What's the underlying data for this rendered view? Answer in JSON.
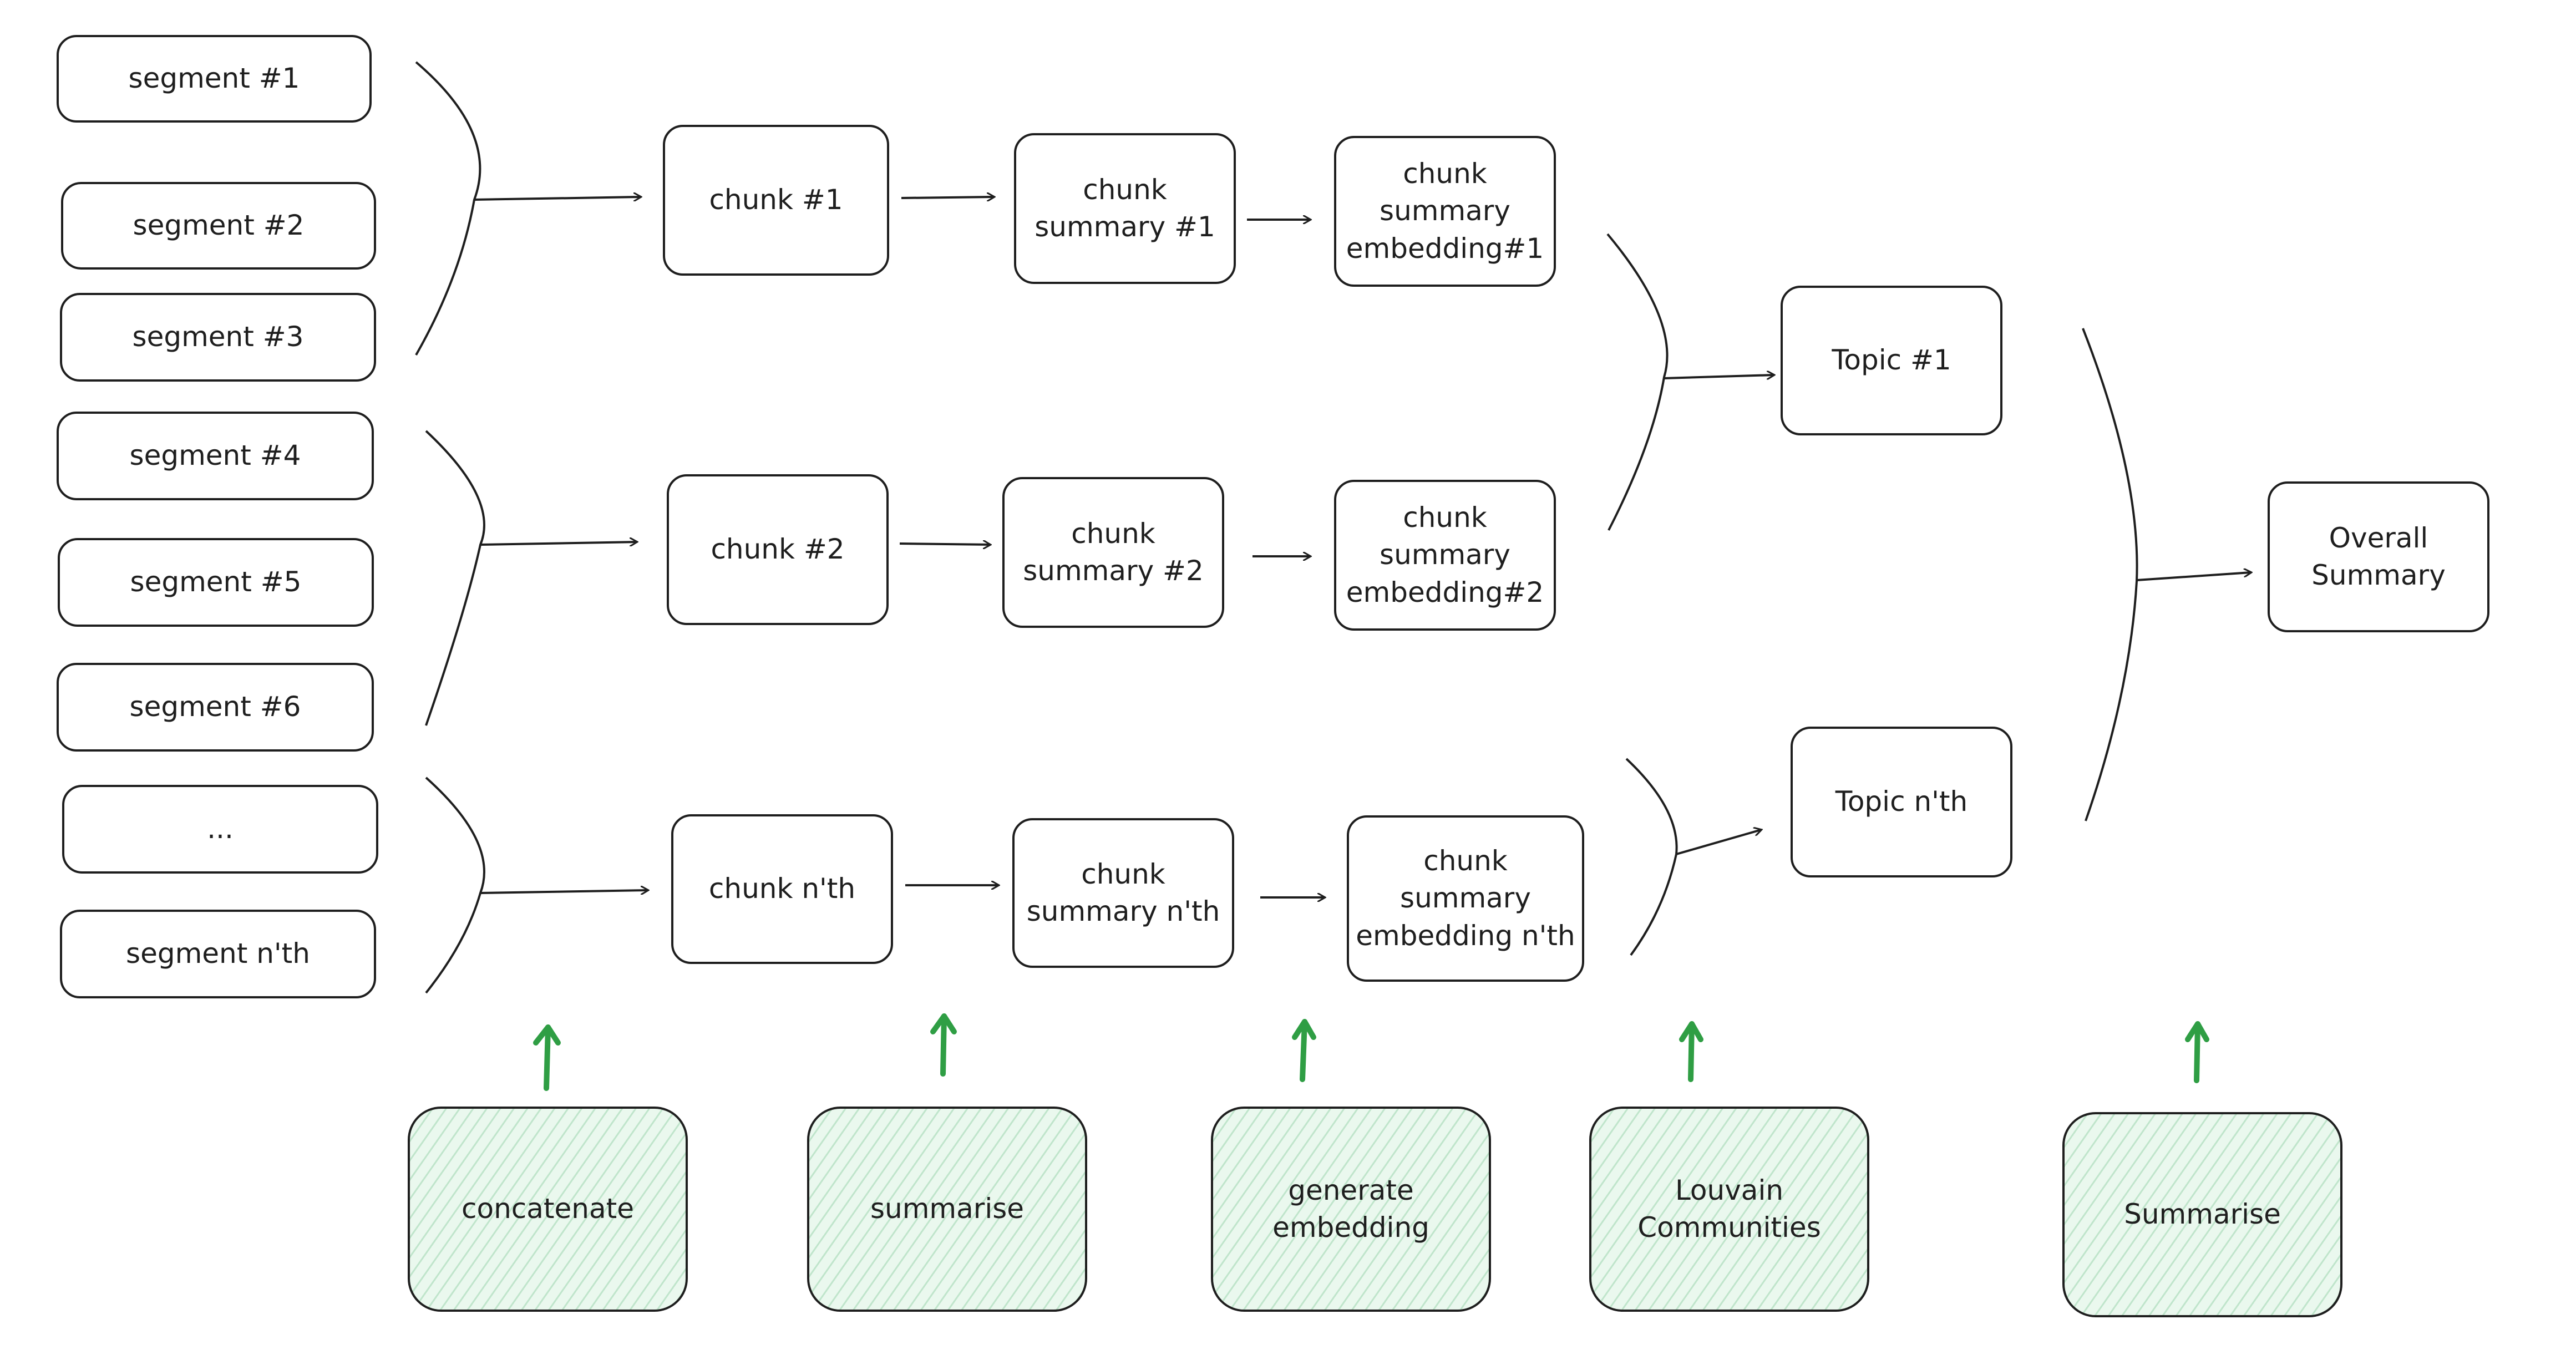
{
  "segments": [
    "segment #1",
    "segment #2",
    "segment #3",
    "segment #4",
    "segment #5",
    "segment #6",
    "...",
    "segment n'th"
  ],
  "chunks": [
    "chunk #1",
    "chunk #2",
    "chunk n'th"
  ],
  "chunk_summaries": [
    "chunk\nsummary #1",
    "chunk\nsummary #2",
    "chunk\nsummary n'th"
  ],
  "embeddings": [
    "chunk\nsummary\nembedding#1",
    "chunk\nsummary\nembedding#2",
    "chunk\nsummary\nembedding n'th"
  ],
  "topics": [
    "Topic #1",
    "Topic n'th"
  ],
  "overall": "Overall\nSummary",
  "operations": [
    "concatenate",
    "summarise",
    "generate\nembedding",
    "Louvain\nCommunities",
    "Summarise"
  ],
  "colors": {
    "stroke": "#1e1e1e",
    "op_fill": "#eaf8ee",
    "op_hatch": "#28a050",
    "op_arrow": "#2f9e44"
  }
}
